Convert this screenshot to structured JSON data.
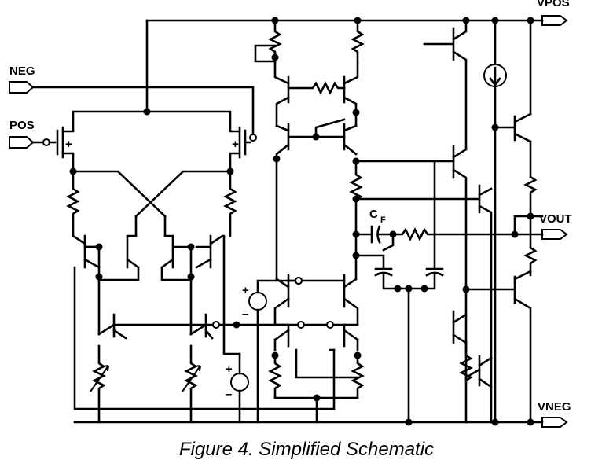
{
  "labels": {
    "vpos": "VPOS",
    "neg": "NEG",
    "pos": "POS",
    "vout": "VOUT",
    "vneg": "VNEG",
    "cf_main": "C",
    "cf_sub": "F"
  },
  "caption": "Figure 4.  Simplified Schematic",
  "symbols": {
    "plus": "+",
    "minus": "–"
  }
}
